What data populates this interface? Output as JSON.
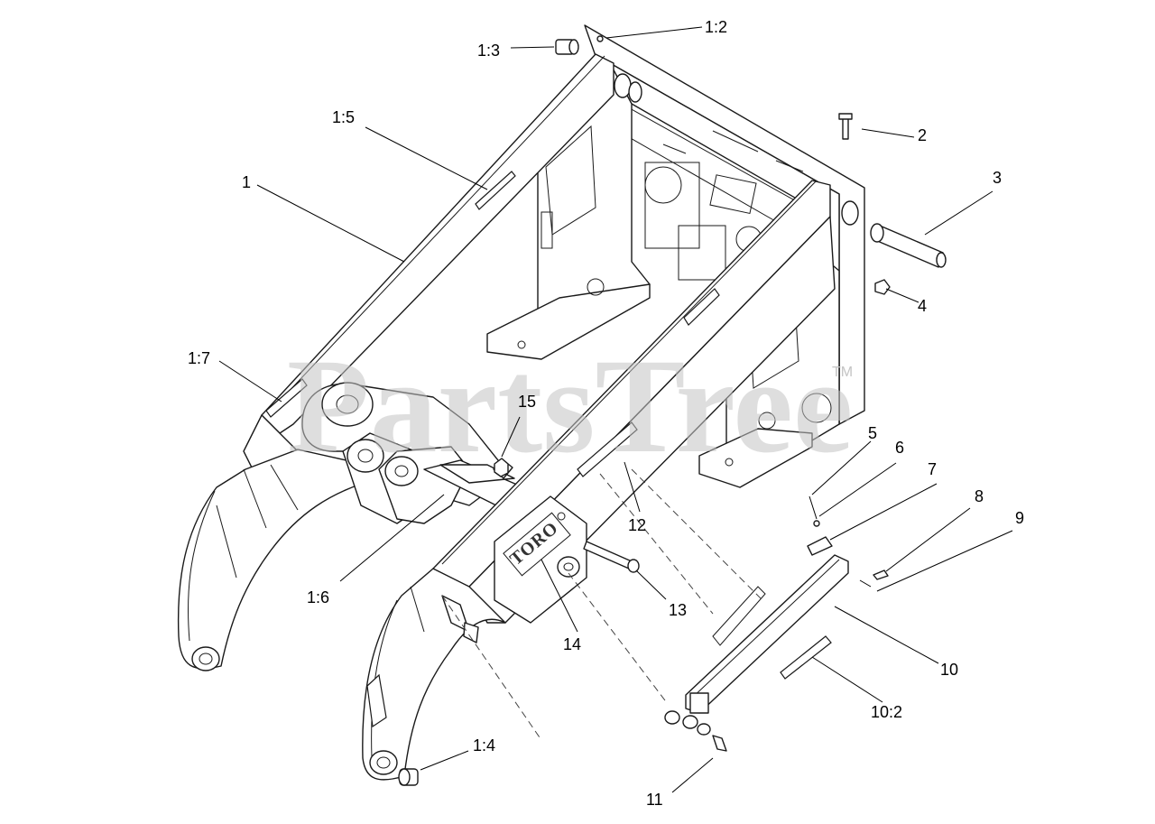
{
  "watermark": {
    "text": "PartsTree",
    "trademark": "TM"
  },
  "brand_plate": "TORO",
  "callouts": [
    {
      "id": "1",
      "label": "1"
    },
    {
      "id": "1-2",
      "label": "1:2"
    },
    {
      "id": "1-3",
      "label": "1:3"
    },
    {
      "id": "1-4",
      "label": "1:4"
    },
    {
      "id": "1-5",
      "label": "1:5"
    },
    {
      "id": "1-6",
      "label": "1:6"
    },
    {
      "id": "1-7",
      "label": "1:7"
    },
    {
      "id": "2",
      "label": "2"
    },
    {
      "id": "3",
      "label": "3"
    },
    {
      "id": "4",
      "label": "4"
    },
    {
      "id": "5",
      "label": "5"
    },
    {
      "id": "6",
      "label": "6"
    },
    {
      "id": "7",
      "label": "7"
    },
    {
      "id": "8",
      "label": "8"
    },
    {
      "id": "9",
      "label": "9"
    },
    {
      "id": "10",
      "label": "10"
    },
    {
      "id": "10-2",
      "label": "10:2"
    },
    {
      "id": "11",
      "label": "11"
    },
    {
      "id": "12",
      "label": "12"
    },
    {
      "id": "13",
      "label": "13"
    },
    {
      "id": "14",
      "label": "14"
    },
    {
      "id": "15",
      "label": "15"
    }
  ]
}
